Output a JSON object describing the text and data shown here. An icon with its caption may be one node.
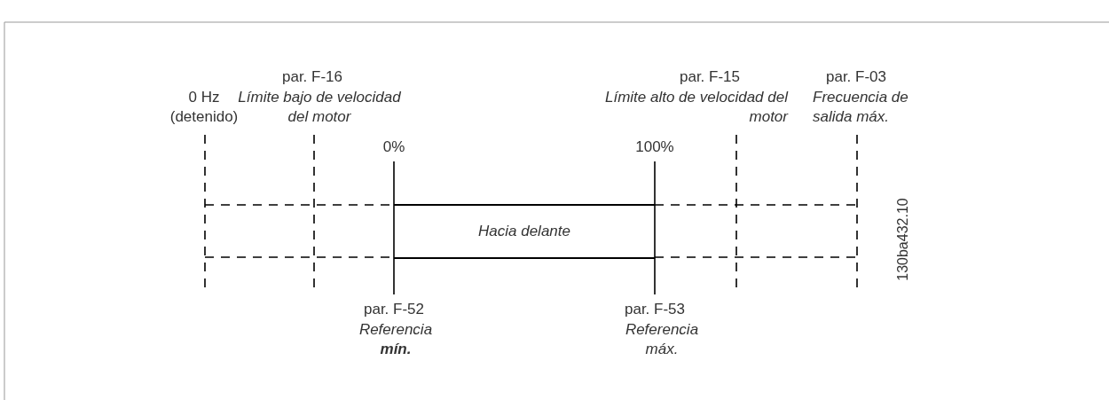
{
  "diagram": {
    "nodes": [
      {
        "text": [
          "Hacia delante"
        ]
      }
    ],
    "edges": [],
    "labels": [
      "par. F-16",
      "Límite bajo de velocidad del motor",
      "0 Hz (detenido)",
      "par. F-15",
      "Límite alto de velocidad del motor",
      "par. F-03",
      "Frecuencia de salida máx.",
      "0%",
      "100%",
      "130ba432.10",
      "par. F-52",
      "Referencia **mín.**",
      "par. F-53",
      "Referencia máx."
    ]
  }
}
